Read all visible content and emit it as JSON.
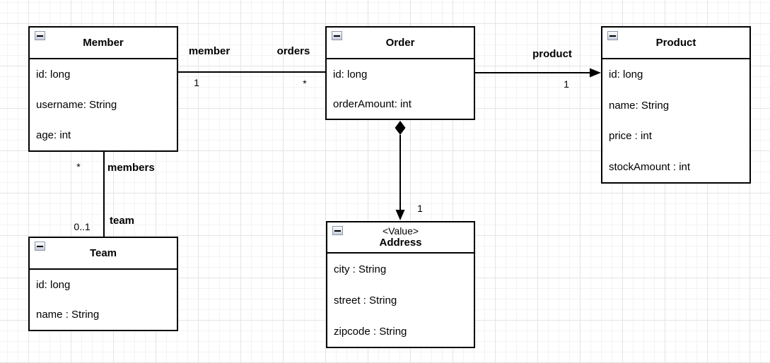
{
  "diagram": {
    "type": "uml-class-diagram",
    "classes": {
      "member": {
        "title": "Member",
        "attributes": [
          "id: long",
          "username: String",
          "age: int"
        ]
      },
      "order": {
        "title": "Order",
        "attributes": [
          "id: long",
          "orderAmount: int"
        ]
      },
      "product": {
        "title": "Product",
        "attributes": [
          "id: long",
          "name: String",
          "price : int",
          "stockAmount : int"
        ]
      },
      "team": {
        "title": "Team",
        "attributes": [
          "id: long",
          "name : String"
        ]
      },
      "address": {
        "stereotype": "<Value>",
        "title": "Address",
        "attributes": [
          "city : String",
          "street : String",
          "zipcode : String"
        ]
      }
    },
    "edges": {
      "member_order": {
        "source": "Member",
        "target": "Order",
        "source_role": "member",
        "source_mult": "1",
        "target_role": "orders",
        "target_mult": "*"
      },
      "order_product": {
        "source": "Order",
        "target": "Product",
        "target_role": "product",
        "target_mult": "1",
        "arrow": "open-to-target"
      },
      "member_team": {
        "source": "Member",
        "target": "Team",
        "source_role": "members",
        "source_mult": "*",
        "target_role": "team",
        "target_mult": "0..1"
      },
      "order_address": {
        "source": "Order",
        "target": "Address",
        "target_mult": "1",
        "arrow": "composition-diamond-at-source-arrow-at-target"
      }
    }
  },
  "colors": {
    "box_border": "#000000",
    "box_fill": "#ffffff",
    "text": "#000000",
    "canvas": "#ffffff",
    "grid_minor": "#f3f3f3",
    "grid_major": "#e4e4e4",
    "collapse_border": "#8c97ac"
  }
}
